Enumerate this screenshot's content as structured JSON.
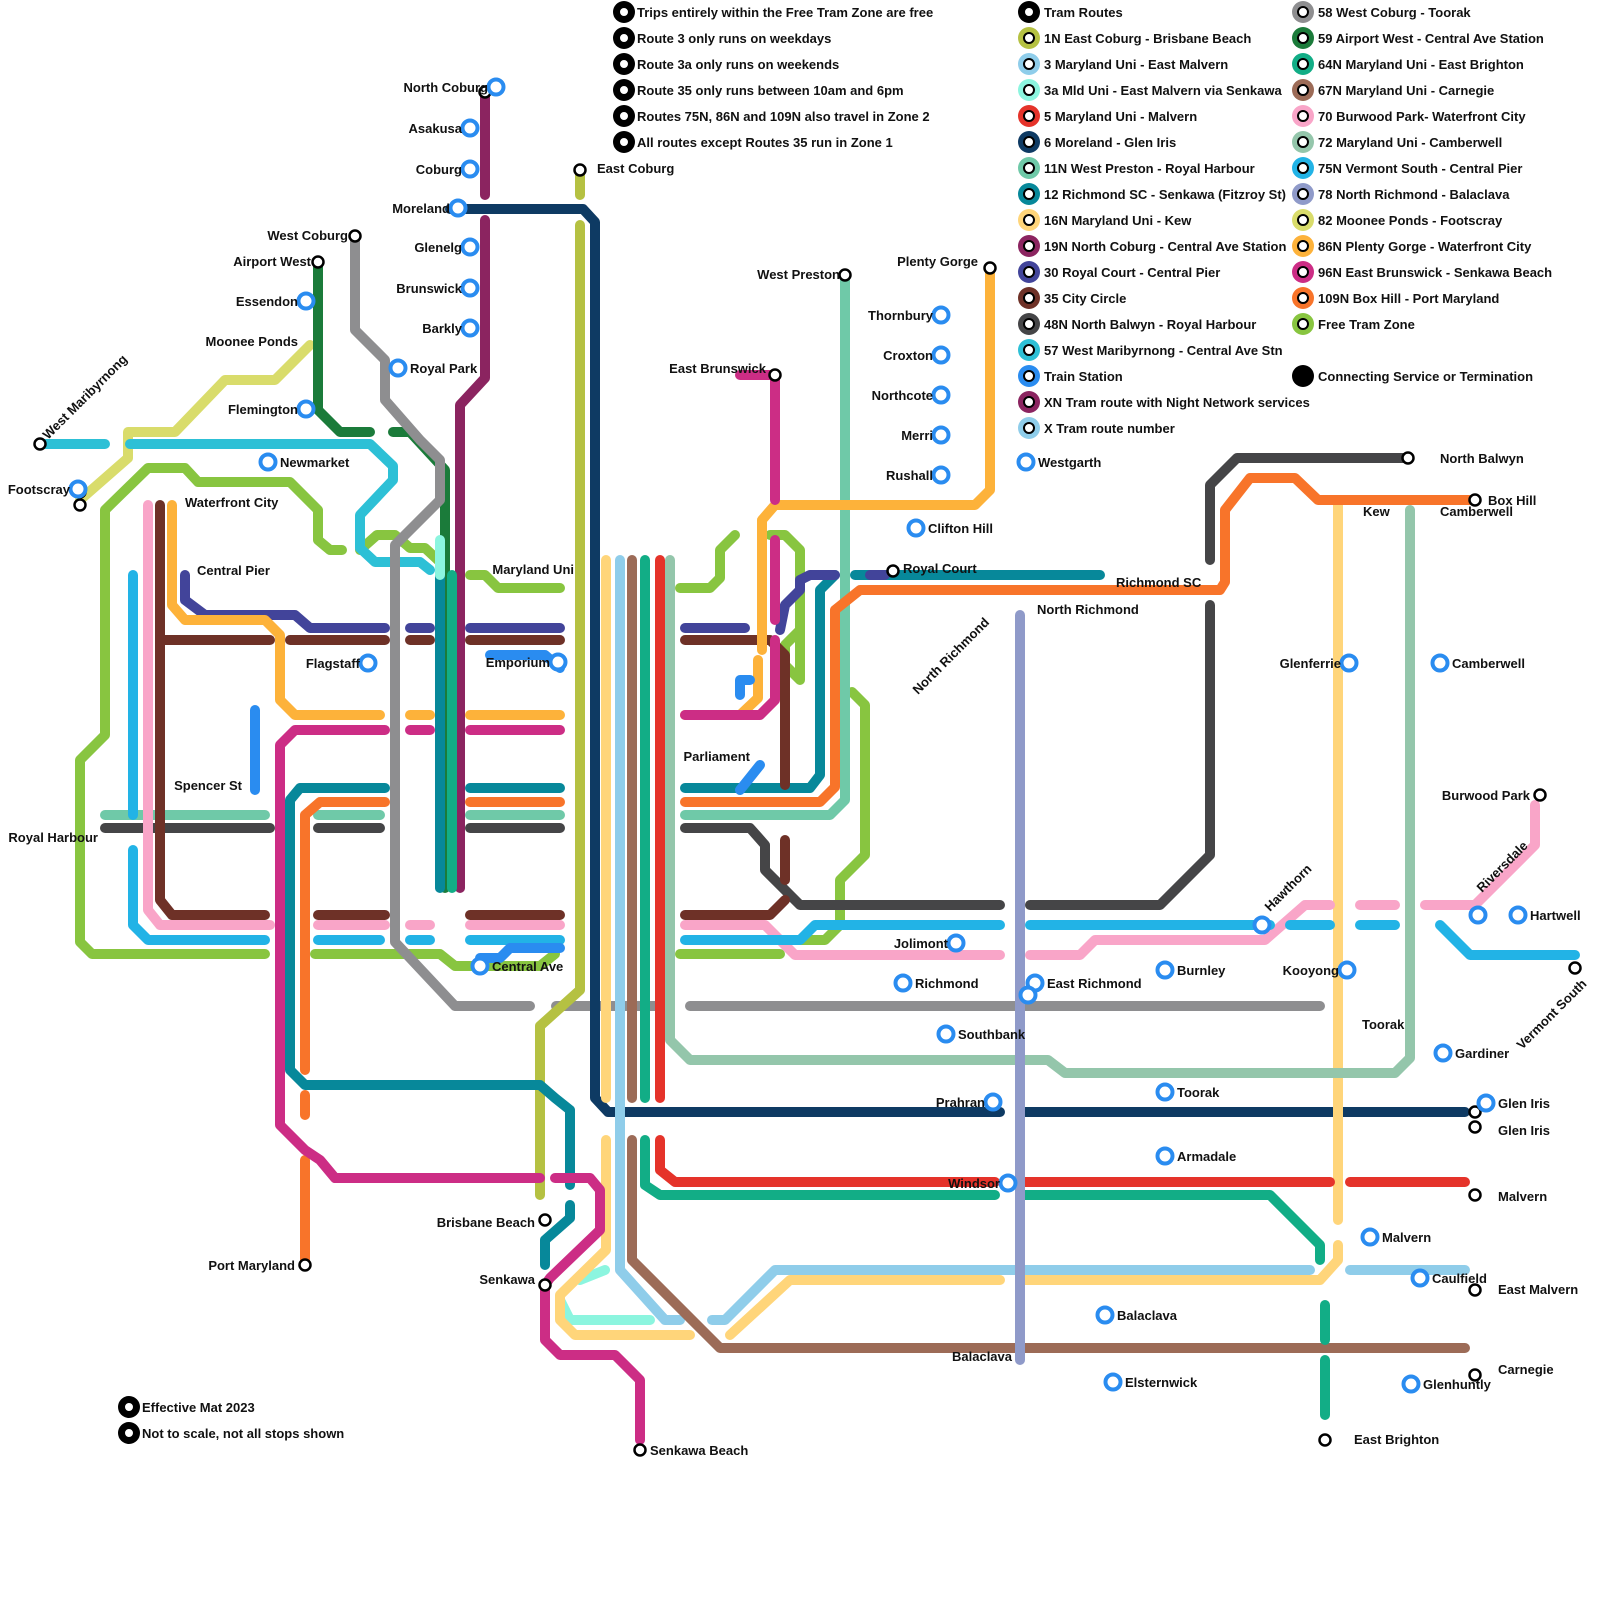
{
  "notes": [
    "Trips entirely within the Free Tram Zone are free",
    "Route 3 only runs on weekdays",
    "Route 3a only runs on weekends",
    "Route 35 only runs between 10am and 6pm",
    "Routes 75N, 86N and 109N also travel in Zone 2",
    "All routes except Routes 35 run in Zone 1"
  ],
  "footer": [
    "Effective Mat 2023",
    "Not to scale, not all stops shown"
  ],
  "legend_heading": "Tram Routes",
  "routes": [
    {
      "id": "1N",
      "label": "1N East Coburg - Brisbane Beach",
      "color": "#b5c142"
    },
    {
      "id": "3",
      "label": "3 Maryland Uni - East Malvern",
      "color": "#8fcdea"
    },
    {
      "id": "3a",
      "label": "3a Mld Uni - East Malvern via Senkawa",
      "color": "#8cf5df"
    },
    {
      "id": "5",
      "label": "5 Maryland Uni - Malvern",
      "color": "#e5332a"
    },
    {
      "id": "6",
      "label": "6 Moreland - Glen Iris",
      "color": "#0e3a63"
    },
    {
      "id": "11N",
      "label": "11N West Preston - Royal Harbour",
      "color": "#6fc9a8"
    },
    {
      "id": "12",
      "label": "12 Richmond SC - Senkawa (Fitzroy St)",
      "color": "#07889a"
    },
    {
      "id": "16N",
      "label": "16N Maryland Uni - Kew",
      "color": "#ffd57a"
    },
    {
      "id": "19N",
      "label": "19N North Coburg - Central Ave Station",
      "color": "#8b2460"
    },
    {
      "id": "30",
      "label": "30 Royal Court - Central Pier",
      "color": "#42449a"
    },
    {
      "id": "35",
      "label": "35 City Circle",
      "color": "#6e3127"
    },
    {
      "id": "48N",
      "label": "48N North Balwyn - Royal Harbour",
      "color": "#454547"
    },
    {
      "id": "57",
      "label": "57 West Maribyrnong - Central Ave Stn",
      "color": "#2dc0d6"
    },
    {
      "id": "58",
      "label": "58 West Coburg - Toorak",
      "color": "#8e8e90"
    },
    {
      "id": "59",
      "label": "59 Airport West - Central Ave Station",
      "color": "#1b7b3a"
    },
    {
      "id": "64N",
      "label": "64N Maryland Uni - East Brighton",
      "color": "#12ad86"
    },
    {
      "id": "67N",
      "label": "67N Maryland Uni - Carnegie",
      "color": "#9c6b57"
    },
    {
      "id": "70",
      "label": "70 Burwood Park- Waterfront City",
      "color": "#f9a5c8"
    },
    {
      "id": "72",
      "label": "72 Maryland Uni - Camberwell",
      "color": "#94c6ab"
    },
    {
      "id": "75N",
      "label": "75N Vermont South - Central Pier",
      "color": "#22b3e6"
    },
    {
      "id": "78",
      "label": "78 North Richmond - Balaclava",
      "color": "#8f9ac9"
    },
    {
      "id": "82",
      "label": "82 Moonee Ponds - Footscray",
      "color": "#d9dc6b"
    },
    {
      "id": "86N",
      "label": "86N Plenty Gorge - Waterfront City",
      "color": "#fdb23a"
    },
    {
      "id": "96N",
      "label": "96N East Brunswick - Senkawa Beach",
      "color": "#cc2d85"
    },
    {
      "id": "109N",
      "label": "109N Box Hill - Port Maryland",
      "color": "#f8742a"
    },
    {
      "id": "ftz",
      "label": "Free Tram Zone",
      "color": "#88c540"
    }
  ],
  "legend_symbols": [
    {
      "label": "Train Station",
      "color": "#2a8cf0"
    },
    {
      "label": "XN Tram route with Night Network services",
      "color": "#8b2460"
    },
    {
      "label": "X Tram route number",
      "color": "#8fcdea"
    },
    {
      "label": "Connecting Service or Termination",
      "color": "#000000"
    }
  ],
  "stations": [
    "North Coburg",
    "Asakusa",
    "Coburg",
    "Moreland",
    "Glenelg",
    "Brunswick",
    "Barkly",
    "Royal Park",
    "West Coburg",
    "Airport West",
    "Essendon",
    "Moonee Ponds",
    "Flemington",
    "Newmarket",
    "West Maribyrnong",
    "Footscray",
    "Waterfront City",
    "Central Pier",
    "Flagstaff",
    "Spencer St",
    "Royal Harbour",
    "East Coburg",
    "Maryland Uni",
    "Emporium",
    "Central Ave",
    "Brisbane Beach",
    "Senkawa",
    "Senkawa Beach",
    "Port Maryland",
    "West Preston",
    "East Brunswick",
    "Parliament",
    "Plenty Gorge",
    "Thornbury",
    "Croxton",
    "Northcote",
    "Merri",
    "Rushall",
    "Clifton Hill",
    "Royal Court",
    "North Richmond",
    "North Richmond",
    "Richmond SC",
    "Westgarth",
    "Jolimont",
    "Richmond",
    "East Richmond",
    "Southbank",
    "Prahran",
    "Windsor",
    "Balaclava",
    "Burnley",
    "Toorak",
    "Armadale",
    "Balaclava",
    "Elsternwick",
    "North Balwyn",
    "Kew",
    "Camberwell",
    "Box Hill",
    "Glenferrie",
    "Camberwell",
    "Hawthorn",
    "Kooyong",
    "Toorak",
    "Burwood Park",
    "Riversdale",
    "Hartwell",
    "Vermont South",
    "Gardiner",
    "Glen Iris",
    "Glen Iris",
    "Malvern",
    "Malvern",
    "Caulfield",
    "East Malvern",
    "Glenhuntly",
    "Carnegie",
    "East Brighton"
  ]
}
